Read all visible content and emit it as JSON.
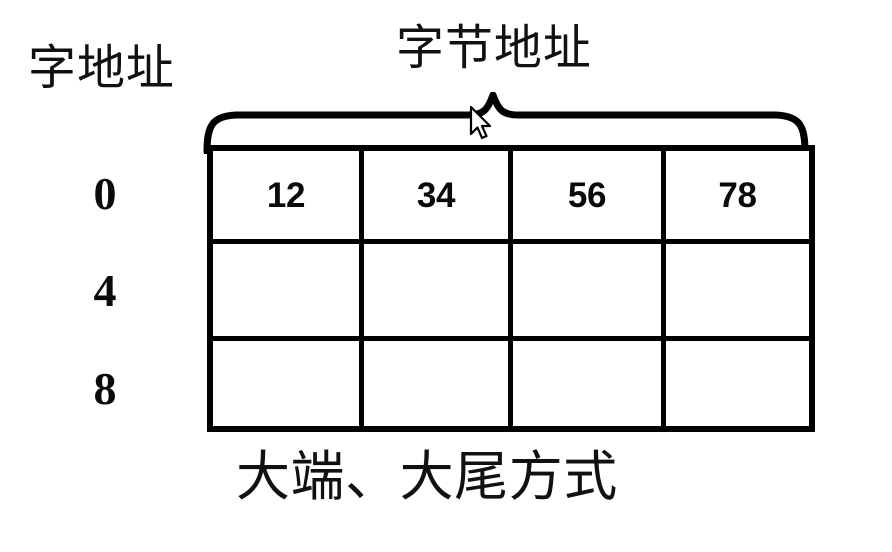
{
  "figure": {
    "background_color": "#ffffff",
    "ink_color": "#000000",
    "word_address_label": "字地址",
    "byte_address_label": "字节地址",
    "caption": "大端、大尾方式"
  },
  "memory": {
    "word_addresses": [
      "0",
      "4",
      "8"
    ],
    "rows": [
      {
        "address": "0",
        "bytes": [
          "12",
          "34",
          "56",
          "78"
        ]
      },
      {
        "address": "4",
        "bytes": [
          "",
          "",
          "",
          ""
        ]
      },
      {
        "address": "8",
        "bytes": [
          "",
          "",
          "",
          ""
        ]
      }
    ]
  },
  "annotations": {
    "brace_name": "byte-address-brace",
    "cursor_name": "mouse-cursor"
  }
}
